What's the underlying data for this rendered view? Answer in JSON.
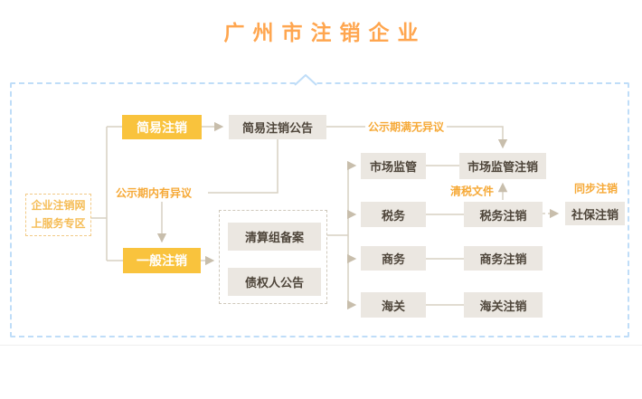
{
  "title": "广州市注销企业",
  "colors": {
    "accent_orange": "#FFA64F",
    "node_yellow": "#F9C33D",
    "node_gray": "#EBE7E1",
    "node_text": "#4F463B",
    "edge_label_orange": "#F6A937",
    "portal_orange": "#F5BC55",
    "connector_line": "#D7D0C2",
    "arrowhead": "#C8BEAC",
    "outer_border_blue": "#BFDDF8"
  },
  "diagram": {
    "portal": {
      "label": "企业注销网上服务专区"
    },
    "nodes": {
      "simple_cancel": "简易注销",
      "simple_notice": "简易注销公告",
      "general_cancel": "一般注销",
      "liquidation_filing": "清算组备案",
      "creditor_notice": "债权人公告",
      "market_supervision": "市场监管",
      "market_supervision_cancel": "市场监管注销",
      "tax": "税务",
      "tax_cancel": "税务注销",
      "social_security_cancel": "社保注销",
      "commerce": "商务",
      "commerce_cancel": "商务注销",
      "customs": "海关",
      "customs_cancel": "海关注销"
    },
    "edge_labels": {
      "no_objection": "公示期满无异议",
      "objection": "公示期内有异议",
      "tax_clearance": "清税文件",
      "sync_cancel": "同步注销"
    }
  }
}
